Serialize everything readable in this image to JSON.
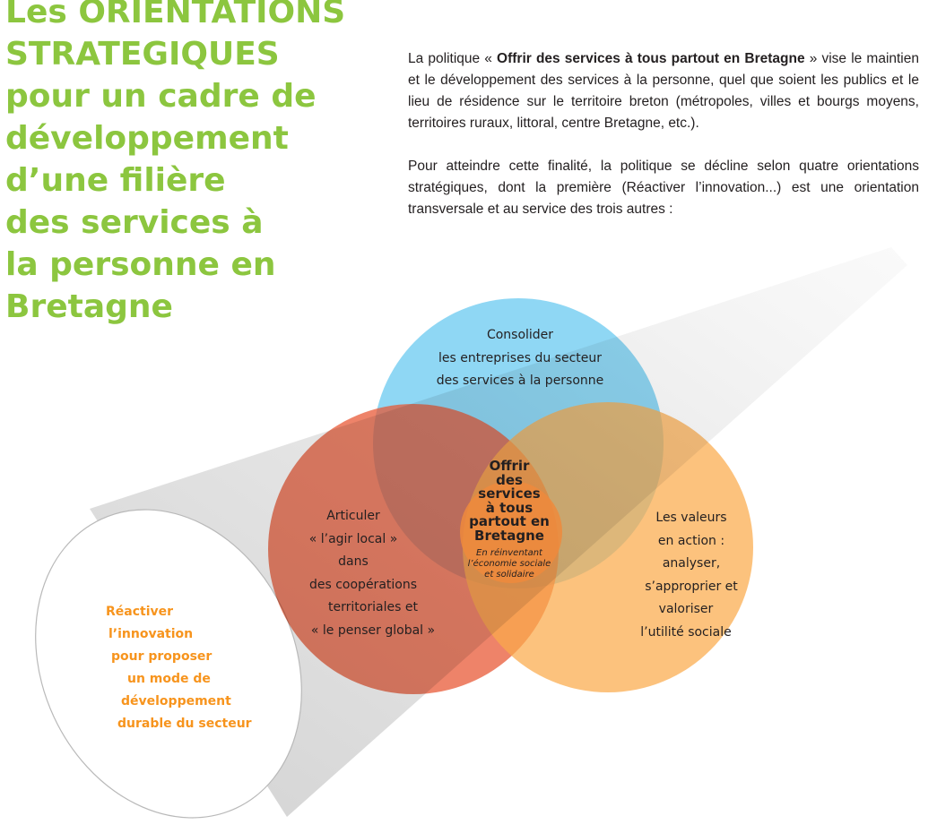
{
  "title": {
    "lines": [
      "Les ORIENTATIONS",
      "STRATEGIQUES",
      "pour un cadre de",
      "développement",
      "d’une filière",
      "des services à",
      "la personne en",
      "Bretagne"
    ]
  },
  "intro": {
    "p1_before": "La politique « ",
    "p1_bold": "Offrir des services à tous partout en Bretagne",
    "p1_after": " » vise le maintien et le développement des services à la personne, quel que soient les publics et le lieu de résidence sur le territoire breton (métropoles, villes et bourgs moyens, territoires ruraux, littoral, centre Bretagne, etc.).",
    "p2": "Pour atteindre cette finalité, la politique se décline selon quatre orientations stratégiques, dont la première (Réactiver l’innovation...) est une orientation transversale et au service des trois autres :"
  },
  "diagram": {
    "top": [
      "Consolider",
      "les entreprises du secteur",
      "des services à la personne"
    ],
    "left": [
      "Articuler",
      "« l’agir local »",
      "dans",
      "des coopérations",
      "territoriales et",
      "« le penser global »"
    ],
    "right": [
      "Les valeurs",
      "en action :",
      "analyser,",
      "s’approprier et",
      "valoriser",
      "l’utilité sociale"
    ],
    "center_main": [
      "Offrir",
      "des",
      "services",
      "à tous",
      "partout en",
      "Bretagne"
    ],
    "center_sub": [
      "En réinventant",
      "l’économie sociale",
      "et solidaire"
    ],
    "innovation": [
      "Réactiver",
      "l’innovation",
      "pour proposer",
      "un mode de",
      "développement",
      "durable du secteur"
    ]
  },
  "colors": {
    "title_green": "#8cc63f",
    "circle_blue": "#64c8f0",
    "circle_red": "#e8532f",
    "circle_orange": "#fbab4b",
    "center_orange": "#ee8a3c",
    "innovation_orange": "#f7941d",
    "cone_gray": "#d9d9d9"
  }
}
